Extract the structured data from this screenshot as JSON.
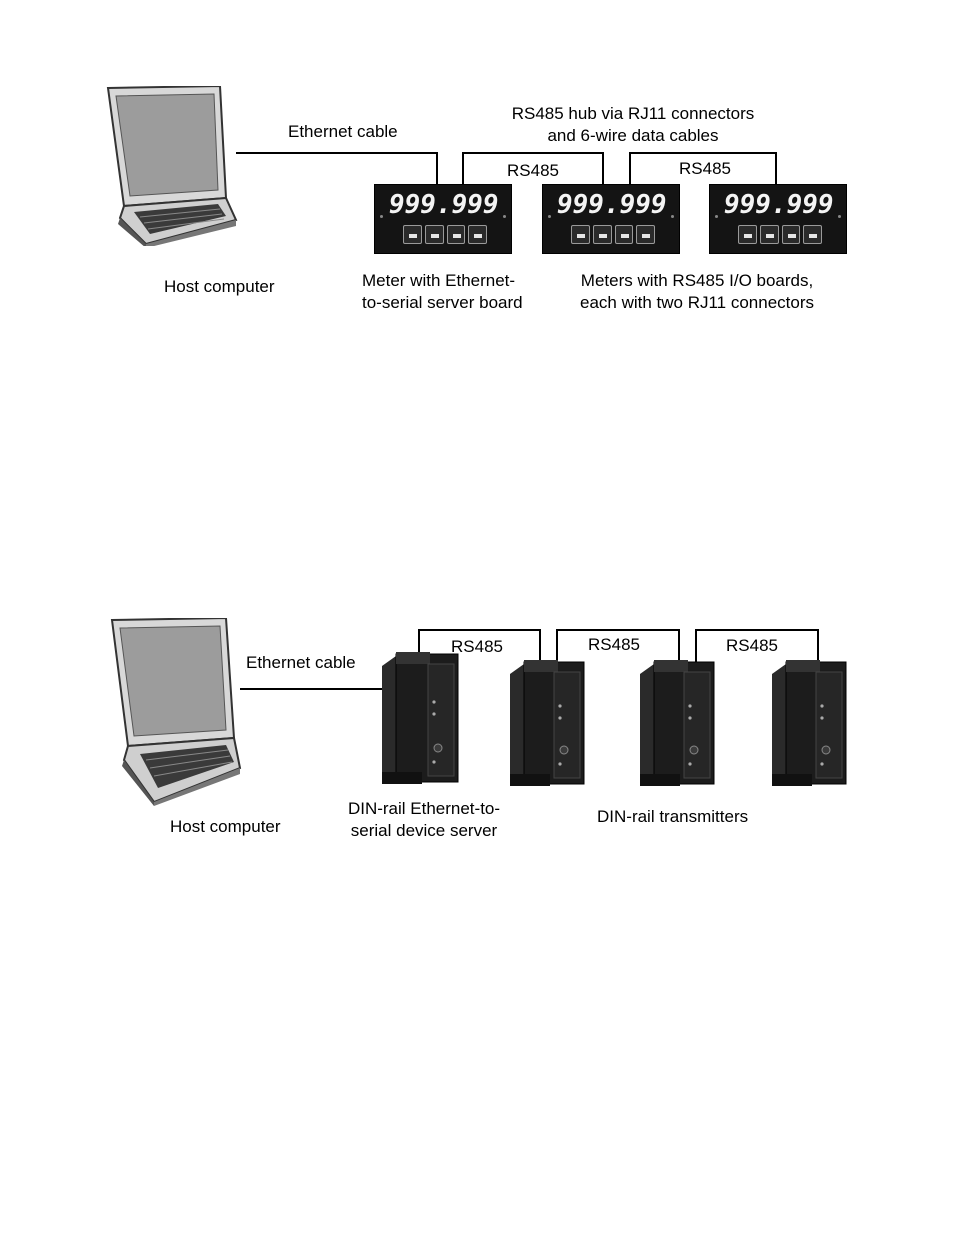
{
  "diagram1": {
    "host_label": "Host computer",
    "ethernet_label": "Ethernet cable",
    "hub_label_line1": "RS485 hub via RJ11 connectors",
    "hub_label_line2": "and 6-wire data cables",
    "rs485_label_a": "RS485",
    "rs485_label_b": "RS485",
    "meter_display": "999.999",
    "server_meter_label_line1": "Meter with Ethernet-",
    "server_meter_label_line2": "to-serial server board",
    "rs485_meters_label_line1": "Meters with RS485 I/O boards,",
    "rs485_meters_label_line2": "each with two RJ11 connectors"
  },
  "diagram2": {
    "host_label": "Host computer",
    "ethernet_label": "Ethernet cable",
    "rs485_label_a": "RS485",
    "rs485_label_b": "RS485",
    "rs485_label_c": "RS485",
    "server_label_line1": "DIN-rail Ethernet-to-",
    "server_label_line2": "serial device server",
    "transmitters_label": "DIN-rail transmitters"
  }
}
